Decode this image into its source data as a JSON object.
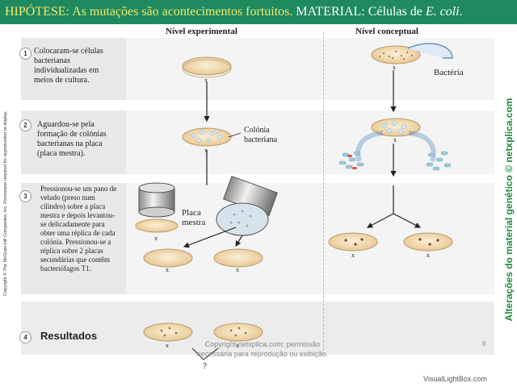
{
  "title": {
    "hypothesis": "HIPÓTESE: As mutações são acontecimentos fortuitos.",
    "material_prefix": " MATERIAL: Células de ",
    "material_species": "E. coli",
    "material_suffix": "."
  },
  "columns": {
    "experimental": "Nível experimental",
    "conceptual": "Nível conceptual"
  },
  "steps": [
    {
      "number": "1",
      "text": [
        "Colocaram-se células",
        "bacterianas",
        "individualizadas em",
        "meios de cultura."
      ]
    },
    {
      "number": "2",
      "text": [
        "Aguardou-se pela",
        "formação de colónias",
        "bacterianas na placa",
        "(placa mestra)."
      ]
    },
    {
      "number": "3",
      "text": [
        "Pressionou-se um pano de",
        "veludo (preso num",
        "cilindro) sobre a placa",
        "mestra e depois levantou-",
        "se delicadamente para",
        "obter uma réplica de cada",
        "colónia. Pressionou-se a",
        "réplica sobre 2 placas",
        "secundárias que contêm",
        "bacteriófagos T1."
      ]
    },
    {
      "number": "4",
      "text": [
        "Resultados"
      ]
    }
  ],
  "labels": {
    "bacteria": "Bactéria",
    "colony": [
      "Colónia",
      "bacteriana"
    ],
    "master_plate": [
      "Placa",
      "mestra"
    ],
    "x_mark": "x",
    "question": "?"
  },
  "copyright_side": "Copyright © The McGraw-Hill Companies, Inc. Permission required for reproduction or display.",
  "watermark_side": "Alterações do material genético © netxplica.com",
  "copyright_center": [
    "Copyright netxplica.com: permissão",
    "necessária para reprodução ou exibição."
  ],
  "page_number": "9",
  "footer_brand": "VisualLightBox.com",
  "colors": {
    "header": "#1f8a5f",
    "hypothesis_text": "#f3e86a",
    "watermark": "#1e8a3a",
    "arrow": "#4a7fb5"
  }
}
